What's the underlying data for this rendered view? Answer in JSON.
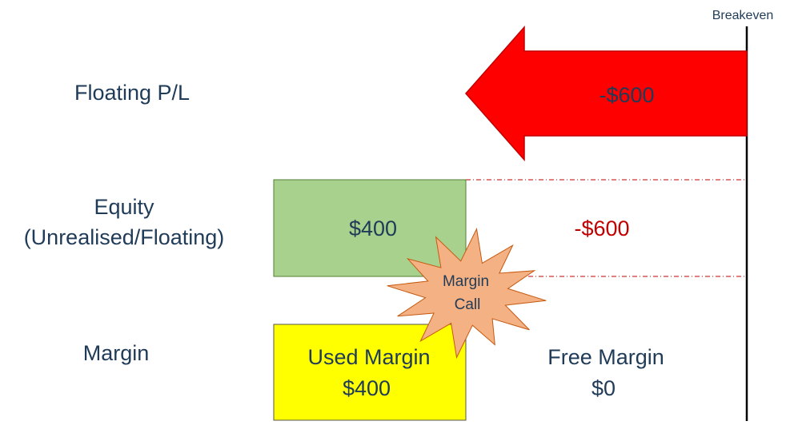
{
  "breakeven_label": "Breakeven",
  "rows": {
    "floating_pl": "Floating P/L",
    "equity_line1": "Equity",
    "equity_line2": "(Unrealised/Floating)",
    "margin": "Margin"
  },
  "floating_arrow": {
    "value": "-$600"
  },
  "equity": {
    "value": "$400",
    "loss": "-$600"
  },
  "used_margin": {
    "title": "Used Margin",
    "value": "$400"
  },
  "free_margin": {
    "title": "Free Margin",
    "value": "$0"
  },
  "margin_call": {
    "line1": "Margin",
    "line2": "Call"
  },
  "colors": {
    "text": "#1f3b57",
    "arrow": "#ff0000",
    "equity_box": "#a9d18e",
    "used_margin_box": "#ffff00",
    "starburst": "#f4b183",
    "loss_text": "#c00000",
    "dashed_line": "#c00000"
  }
}
